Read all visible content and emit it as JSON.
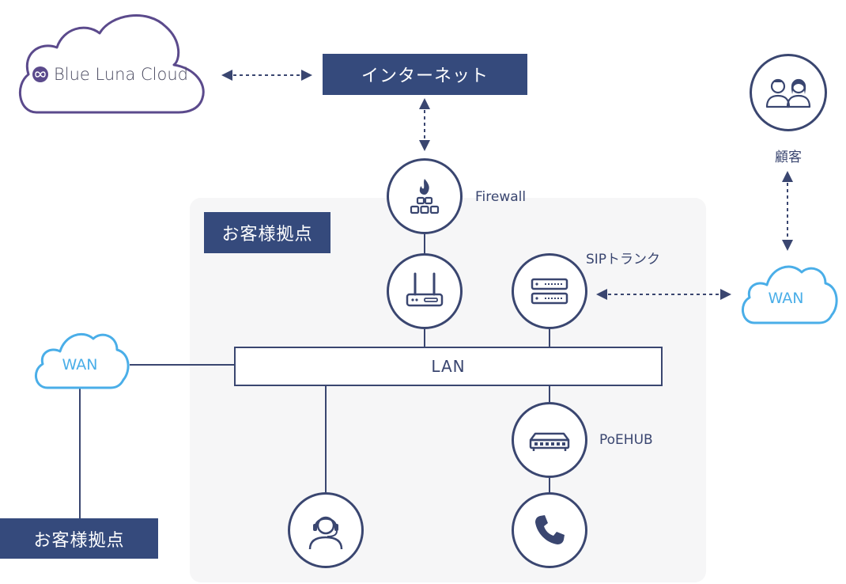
{
  "diagram": {
    "brand": {
      "name": "Blue Luna Cloud",
      "logo_icon": "infinity-logo-icon"
    },
    "internet_label": "インターネット",
    "customer_site_label": "お客様拠点",
    "remote_site_label": "お客様拠点",
    "lan_label": "LAN",
    "nodes": {
      "firewall": {
        "label": "Firewall",
        "icon": "firewall-icon"
      },
      "router": {
        "label": "",
        "icon": "router-icon"
      },
      "sip_trunk": {
        "label": "SIPトランク",
        "icon": "server-icon"
      },
      "poe_hub": {
        "label": "PoEHUB",
        "icon": "switch-hub-icon"
      },
      "operator": {
        "label": "",
        "icon": "headset-operator-icon"
      },
      "phone": {
        "label": "",
        "icon": "phone-icon"
      }
    },
    "wan_left_label": "WAN",
    "wan_right_label": "WAN",
    "customers_label": "顧客",
    "colors": {
      "navy": "#354a7c",
      "line": "#3a4670",
      "wan_blue": "#4aaee8",
      "brand_purple": "#5b4a8c",
      "panel_gray": "#f6f6f7"
    }
  }
}
